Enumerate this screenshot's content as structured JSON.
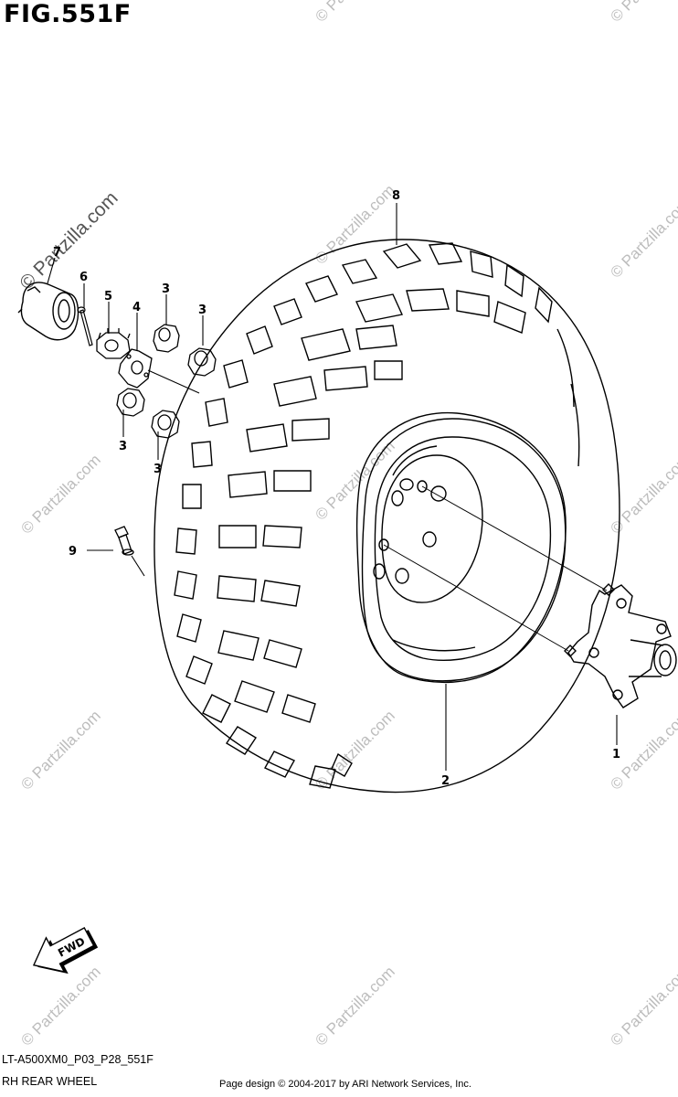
{
  "figure": {
    "title": "FIG.551F",
    "model_code": "LT-A500XM0_P03_P28_551F",
    "caption": "RH REAR WHEEL",
    "copyright": "Page design © 2004-2017 by ARI Network Services, Inc."
  },
  "watermark": {
    "text": "© Partzilla.com"
  },
  "direction_arrow": {
    "label": "FWD"
  },
  "callouts": [
    {
      "id": "1",
      "label": "1"
    },
    {
      "id": "2",
      "label": "2"
    },
    {
      "id": "3a",
      "label": "3"
    },
    {
      "id": "3b",
      "label": "3"
    },
    {
      "id": "3c",
      "label": "3"
    },
    {
      "id": "3d",
      "label": "3"
    },
    {
      "id": "4",
      "label": "4"
    },
    {
      "id": "5",
      "label": "5"
    },
    {
      "id": "6",
      "label": "6"
    },
    {
      "id": "7",
      "label": "7"
    },
    {
      "id": "8",
      "label": "8"
    },
    {
      "id": "9",
      "label": "9"
    }
  ]
}
